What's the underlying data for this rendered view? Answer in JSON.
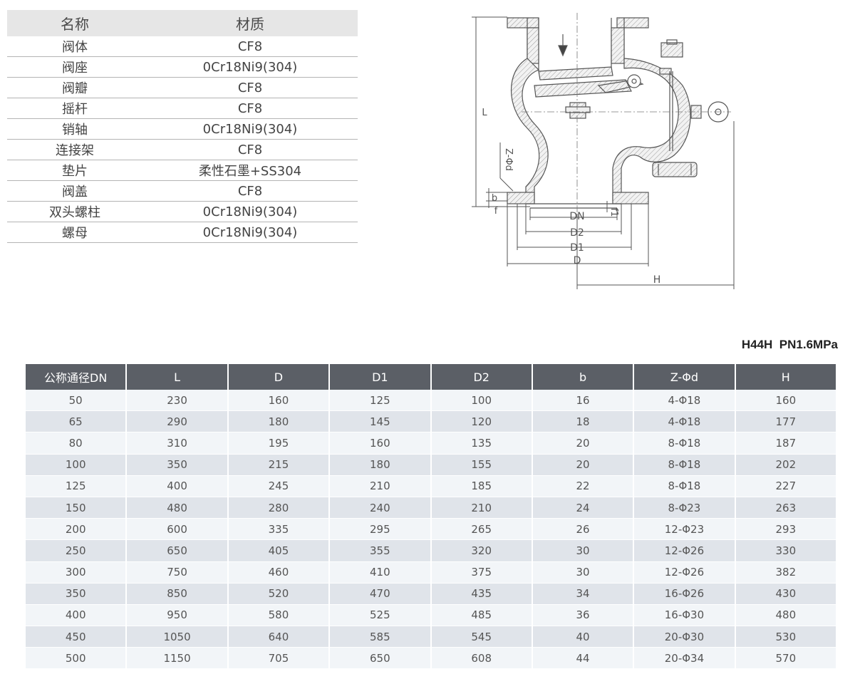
{
  "materials": {
    "header": {
      "name": "名称",
      "material": "材质"
    },
    "rows": [
      {
        "name": "阀体",
        "material": "CF8"
      },
      {
        "name": "阀座",
        "material": "0Cr18Ni9(304)"
      },
      {
        "name": "阀瓣",
        "material": "CF8"
      },
      {
        "name": "摇杆",
        "material": "CF8"
      },
      {
        "name": "销轴",
        "material": "0Cr18Ni9(304)"
      },
      {
        "name": "连接架",
        "material": "CF8"
      },
      {
        "name": "垫片",
        "material": "柔性石墨+SS304"
      },
      {
        "name": "阀盖",
        "material": "CF8"
      },
      {
        "name": "双头螺柱",
        "material": "0Cr18Ni9(304)"
      },
      {
        "name": "螺母",
        "material": "0Cr18Ni9(304)"
      }
    ]
  },
  "drawing": {
    "labels": {
      "L": "L",
      "z_phi_d": "Z-Φd",
      "b": "b",
      "f": "f",
      "f1": "f1",
      "DN": "DN",
      "D2": "D2",
      "D1": "D1",
      "D": "D",
      "H": "H"
    }
  },
  "model": "H44H  PN1.6MPa",
  "dimensions": {
    "headers": [
      "公称通径DN",
      "L",
      "D",
      "D1",
      "D2",
      "b",
      "Z-Φd",
      "H"
    ],
    "rows": [
      [
        "50",
        "230",
        "160",
        "125",
        "100",
        "16",
        "4-Φ18",
        "160"
      ],
      [
        "65",
        "290",
        "180",
        "145",
        "120",
        "18",
        "4-Φ18",
        "177"
      ],
      [
        "80",
        "310",
        "195",
        "160",
        "135",
        "20",
        "8-Φ18",
        "187"
      ],
      [
        "100",
        "350",
        "215",
        "180",
        "155",
        "20",
        "8-Φ18",
        "202"
      ],
      [
        "125",
        "400",
        "245",
        "210",
        "185",
        "22",
        "8-Φ18",
        "227"
      ],
      [
        "150",
        "480",
        "280",
        "240",
        "210",
        "24",
        "8-Φ23",
        "263"
      ],
      [
        "200",
        "600",
        "335",
        "295",
        "265",
        "26",
        "12-Φ23",
        "293"
      ],
      [
        "250",
        "650",
        "405",
        "355",
        "320",
        "30",
        "12-Φ26",
        "330"
      ],
      [
        "300",
        "750",
        "460",
        "410",
        "375",
        "30",
        "12-Φ26",
        "382"
      ],
      [
        "350",
        "850",
        "520",
        "470",
        "435",
        "34",
        "16-Φ26",
        "430"
      ],
      [
        "400",
        "950",
        "580",
        "525",
        "485",
        "36",
        "16-Φ30",
        "480"
      ],
      [
        "450",
        "1050",
        "640",
        "585",
        "545",
        "40",
        "20-Φ30",
        "530"
      ],
      [
        "500",
        "1150",
        "705",
        "650",
        "608",
        "44",
        "20-Φ34",
        "570"
      ]
    ]
  }
}
